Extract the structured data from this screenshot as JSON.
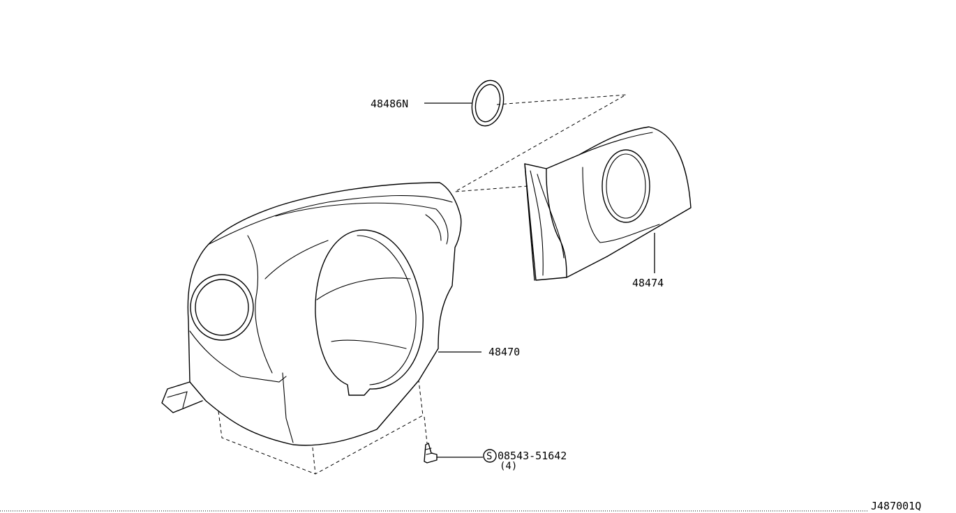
{
  "labels": {
    "ring": "48486N",
    "cover_lower": "48474",
    "cover_upper": "48470",
    "screw_symbol": "S",
    "screw_part": "08543-51642",
    "screw_qty": "(4)",
    "diagram_code": "J487001Q"
  }
}
